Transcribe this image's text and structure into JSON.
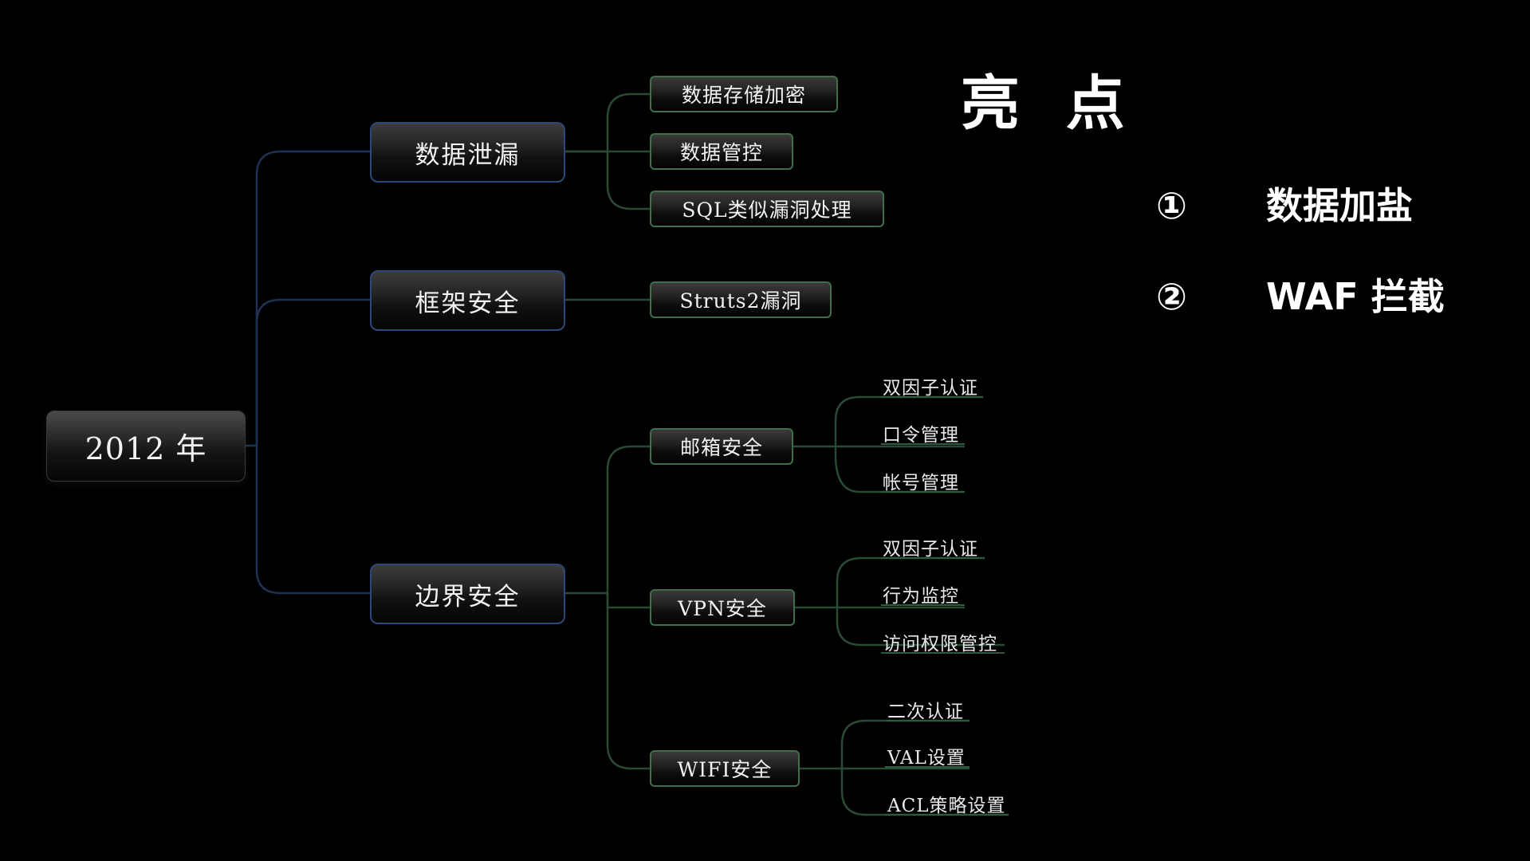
{
  "mindmap": {
    "root": "2012 年",
    "branches": [
      {
        "label": "数据泄漏",
        "children": [
          {
            "label": "数据存储加密"
          },
          {
            "label": "数据管控"
          },
          {
            "label": "SQL类似漏洞处理"
          }
        ]
      },
      {
        "label": "框架安全",
        "children": [
          {
            "label": "Struts2漏洞"
          }
        ]
      },
      {
        "label": "边界安全",
        "children": [
          {
            "label": "邮箱安全",
            "children": [
              "双因子认证",
              "口令管理",
              "帐号管理"
            ]
          },
          {
            "label": "VPN安全",
            "children": [
              "双因子认证",
              "行为监控",
              "访问权限管控"
            ]
          },
          {
            "label": "WIFI安全",
            "children": [
              "二次认证",
              "VAL设置",
              "ACL策略设置"
            ]
          }
        ]
      }
    ]
  },
  "highlights": {
    "title": "亮 点",
    "items": [
      {
        "num": "①",
        "text": "数据加盐"
      },
      {
        "num": "②",
        "text": "WAF 拦截"
      }
    ]
  },
  "colors": {
    "background": "#000000",
    "root_to_main_link": "#1e3154",
    "main_to_sub_link": "#2a4a36",
    "leaf_underline": "#2f5a3e",
    "text": "#f2f2f2"
  }
}
